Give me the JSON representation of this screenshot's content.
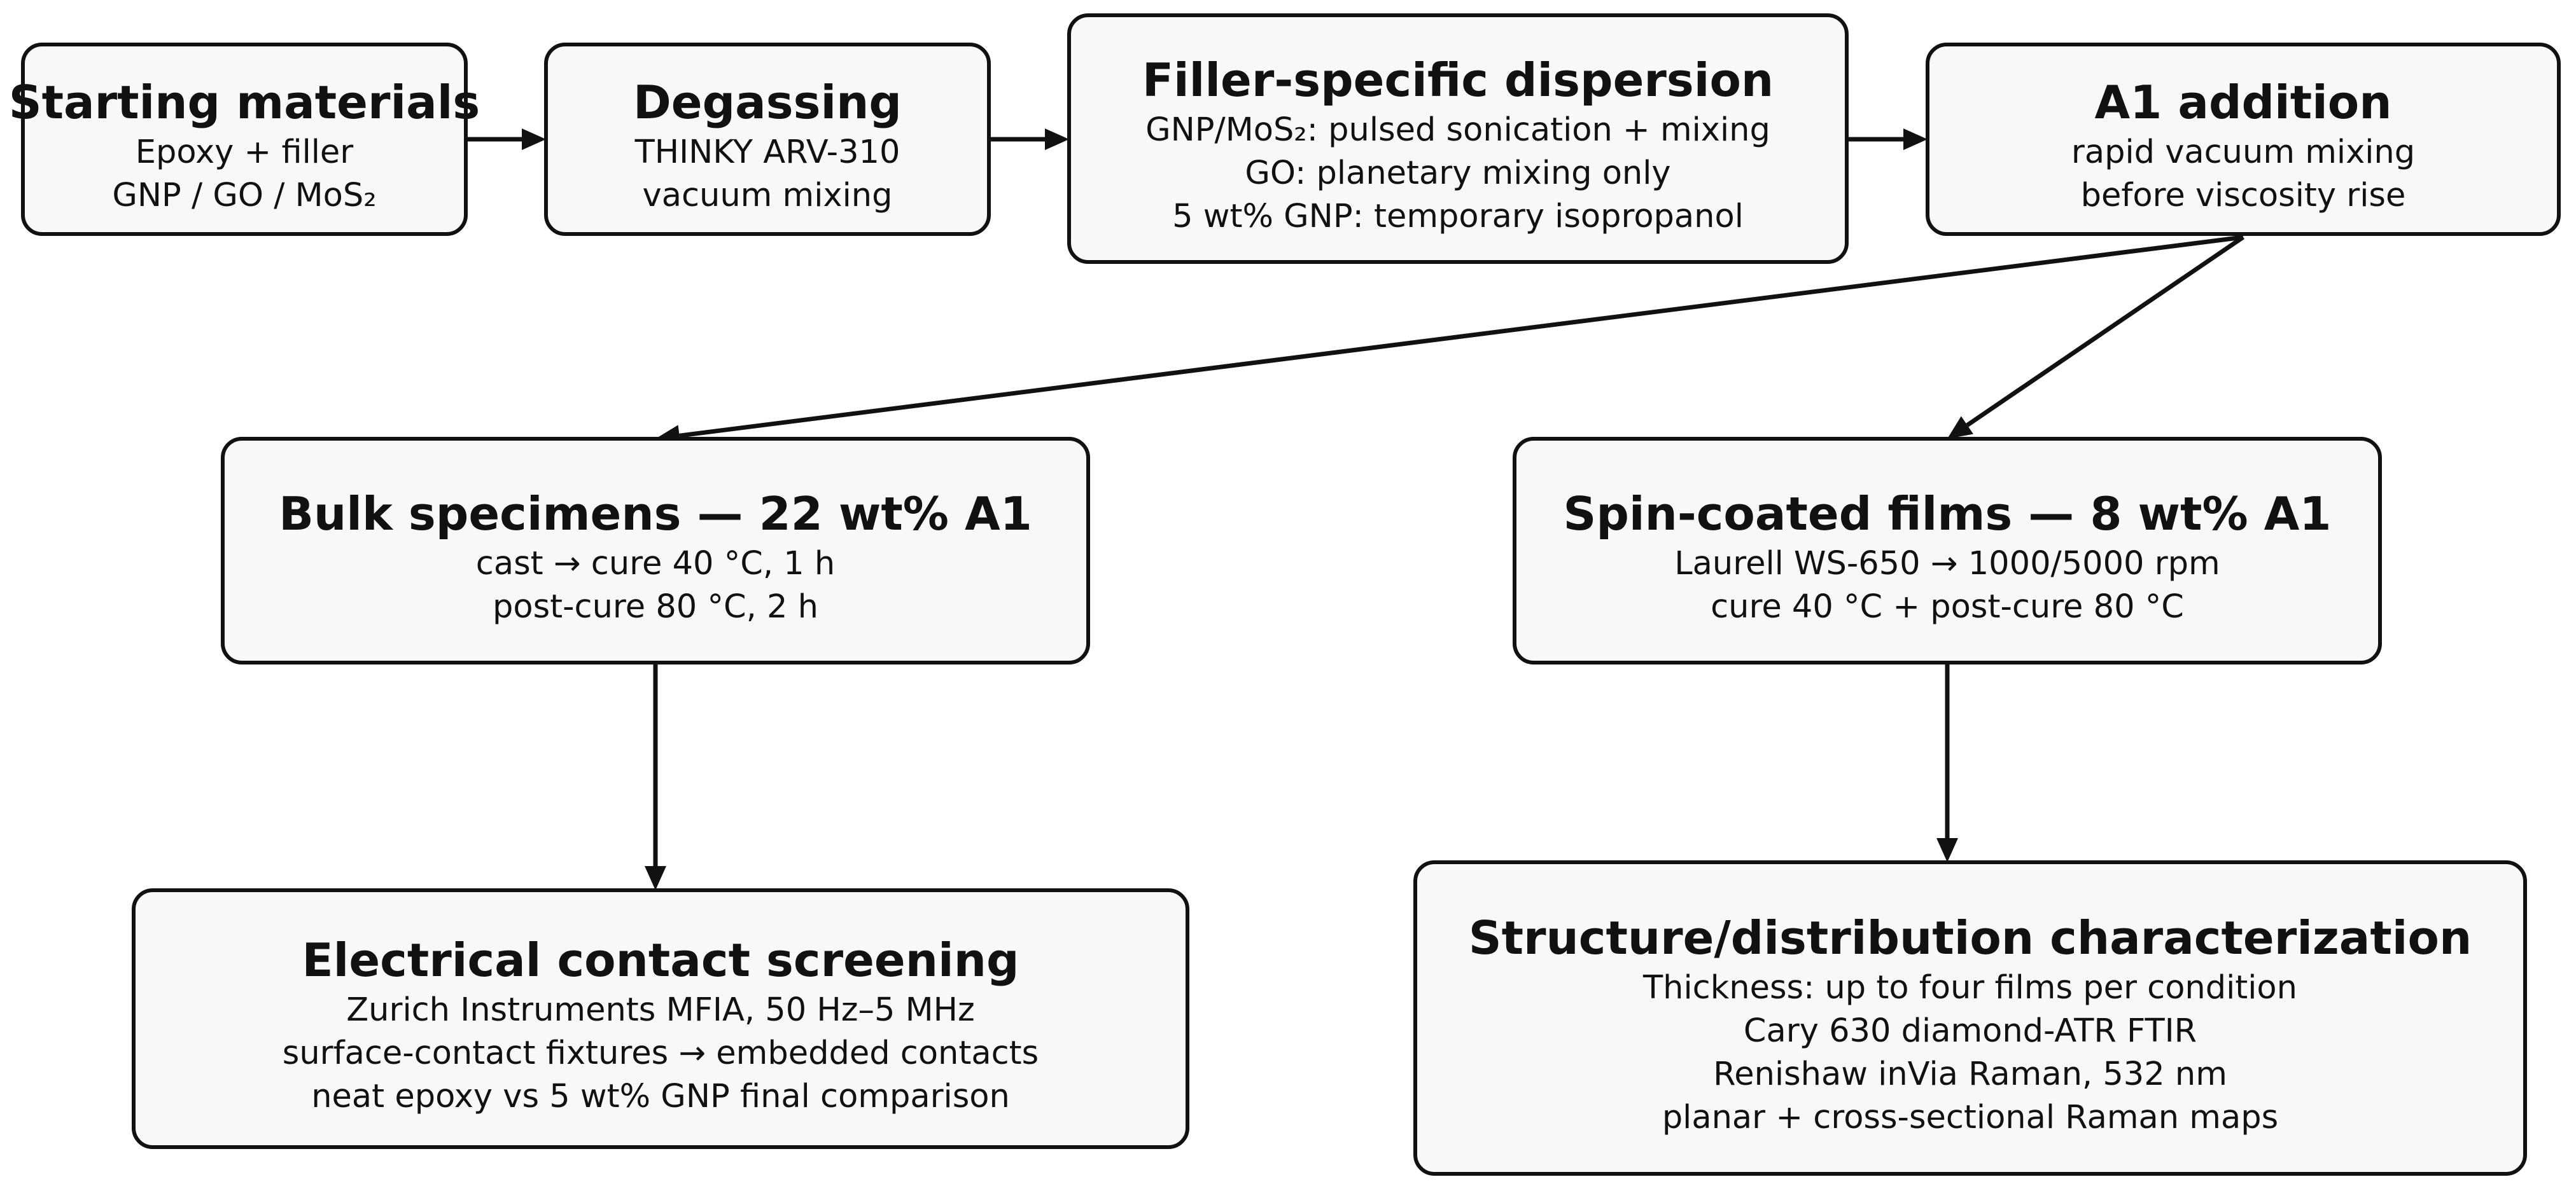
{
  "diagram": {
    "nodes": [
      {
        "id": "starting-materials",
        "title": "Starting materials",
        "lines": [
          "Epoxy + filler",
          "GNP / GO / MoS₂"
        ]
      },
      {
        "id": "degassing",
        "title": "Degassing",
        "lines": [
          "THINKY ARV-310",
          "vacuum mixing"
        ]
      },
      {
        "id": "filler-specific-dispersion",
        "title": "Filler-specific dispersion",
        "lines": [
          "GNP/MoS₂: pulsed sonication + mixing",
          "GO: planetary mixing only",
          "5 wt% GNP: temporary isopropanol"
        ]
      },
      {
        "id": "a1-addition",
        "title": "A1 addition",
        "lines": [
          "rapid vacuum mixing",
          "before viscosity rise"
        ]
      },
      {
        "id": "bulk-specimens",
        "title": "Bulk specimens — 22 wt% A1",
        "lines": [
          "cast → cure 40 °C, 1 h",
          "post-cure 80 °C, 2 h"
        ]
      },
      {
        "id": "spin-coated-films",
        "title": "Spin-coated films — 8 wt% A1",
        "lines": [
          "Laurell WS-650 → 1000/5000 rpm",
          "cure 40 °C + post-cure 80 °C"
        ]
      },
      {
        "id": "electrical-contact-screening",
        "title": "Electrical contact screening",
        "lines": [
          "Zurich Instruments MFIA, 50 Hz–5 MHz",
          "surface-contact fixtures → embedded contacts",
          "neat epoxy vs 5 wt% GNP final comparison"
        ]
      },
      {
        "id": "structure-distribution-characterization",
        "title": "Structure/distribution characterization",
        "lines": [
          "Thickness: up to four films per condition",
          "Cary 630 diamond-ATR FTIR",
          "Renishaw inVia Raman, 532 nm",
          "planar + cross-sectional Raman maps"
        ]
      }
    ],
    "edges": [
      {
        "from": "starting-materials",
        "to": "degassing"
      },
      {
        "from": "degassing",
        "to": "filler-specific-dispersion"
      },
      {
        "from": "filler-specific-dispersion",
        "to": "a1-addition"
      },
      {
        "from": "a1-addition",
        "to": "bulk-specimens"
      },
      {
        "from": "a1-addition",
        "to": "spin-coated-films"
      },
      {
        "from": "bulk-specimens",
        "to": "electrical-contact-screening"
      },
      {
        "from": "spin-coated-films",
        "to": "structure-distribution-characterization"
      }
    ]
  }
}
